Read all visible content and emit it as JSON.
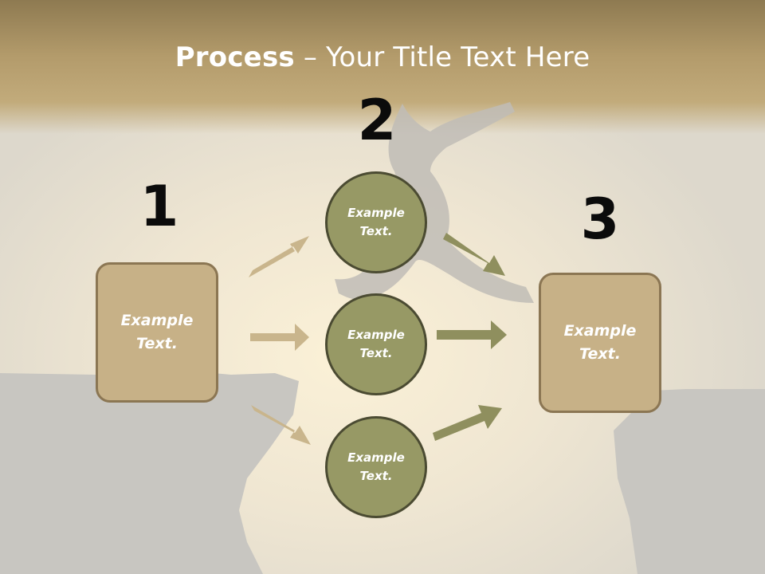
{
  "title": {
    "bold": "Process",
    "rest": " – Your Title Text Here"
  },
  "steps": [
    {
      "number": "1",
      "label": "Example\nText."
    },
    {
      "number": "2",
      "label": ""
    },
    {
      "number": "3",
      "label": "Example\nText."
    }
  ],
  "circles": [
    {
      "label": "Example\nText."
    },
    {
      "label": "Example\nText."
    },
    {
      "label": "Example\nText."
    }
  ],
  "colors": {
    "header": "#b69d6b",
    "box_fill": "#c7b187",
    "box_border": "#8b7653",
    "circle_fill": "#979965",
    "circle_border": "#4b4b32",
    "arrow_left": "#c9b58c",
    "arrow_right": "#8f8f5e",
    "rock": "#c8c6c1"
  }
}
